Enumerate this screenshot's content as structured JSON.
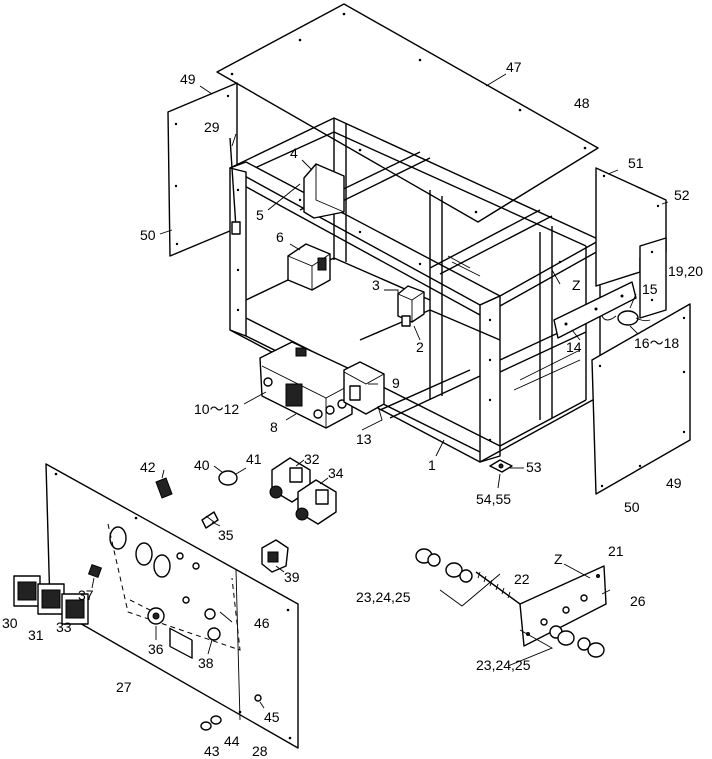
{
  "figure": {
    "callouts": [
      "47",
      "48",
      "49",
      "29",
      "4",
      "5",
      "50",
      "6",
      "3",
      "2",
      "51",
      "52",
      "19,20",
      "Z",
      "15",
      "14",
      "16～18",
      "9",
      "10～12",
      "8",
      "13",
      "1",
      "53",
      "54,55",
      "49",
      "50",
      "42",
      "40",
      "41",
      "32",
      "34",
      "35",
      "39",
      "37",
      "30",
      "31",
      "33",
      "36",
      "38",
      "27",
      "46",
      "45",
      "44",
      "43",
      "28",
      "23,24,25",
      "22",
      "21",
      "Z",
      "26",
      "23,24,25"
    ]
  },
  "colors": {
    "line": "#000000",
    "background": "#ffffff"
  }
}
